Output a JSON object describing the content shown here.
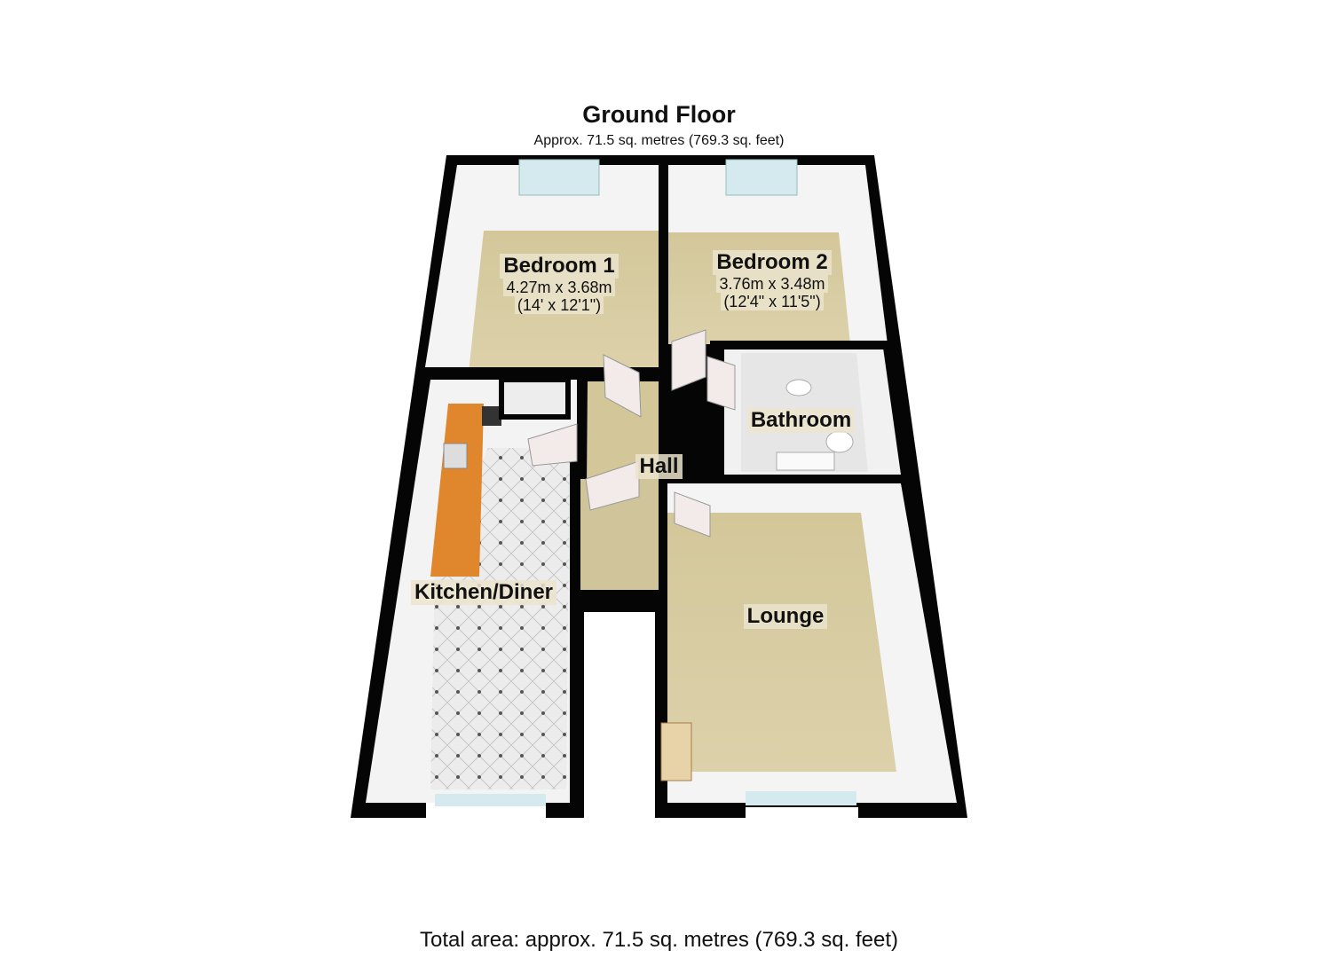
{
  "floor": {
    "title": "Ground Floor",
    "subtitle": "Approx. 71.5 sq. metres (769.3 sq. feet)"
  },
  "rooms": {
    "bedroom1": {
      "name": "Bedroom 1",
      "dim_metric": "4.27m x 3.68m",
      "dim_imperial": "(14' x 12'1\")"
    },
    "bedroom2": {
      "name": "Bedroom 2",
      "dim_metric": "3.76m x 3.48m",
      "dim_imperial": "(12'4\" x 11'5\")"
    },
    "bathroom": {
      "name": "Bathroom"
    },
    "hall": {
      "name": "Hall"
    },
    "kitchen": {
      "name": "Kitchen/Diner"
    },
    "lounge": {
      "name": "Lounge"
    }
  },
  "total_area": "Total area: approx. 71.5 sq. metres (769.3 sq. feet)",
  "colors": {
    "wall": "#050505",
    "wall_face": "#f2f2f2",
    "carpet": "#d9cfa6",
    "kitchen_floor": "#e9e9e9",
    "worktop": "#e0862c",
    "window": "#cfe6ea"
  }
}
